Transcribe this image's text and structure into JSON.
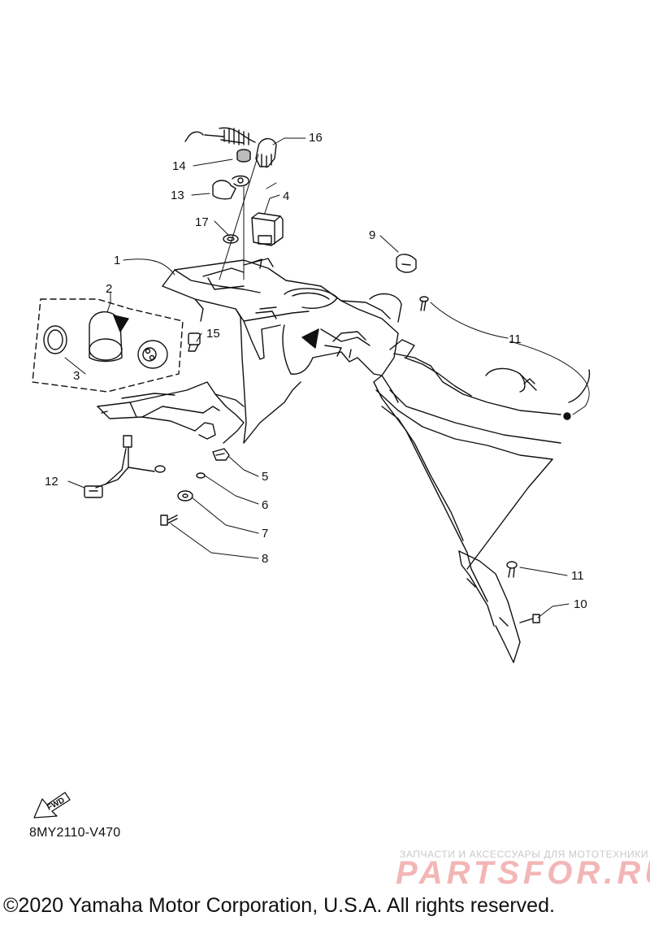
{
  "callouts": [
    {
      "id": "1",
      "label": "1"
    },
    {
      "id": "2",
      "label": "2"
    },
    {
      "id": "3",
      "label": "3"
    },
    {
      "id": "4",
      "label": "4"
    },
    {
      "id": "5",
      "label": "5"
    },
    {
      "id": "6",
      "label": "6"
    },
    {
      "id": "7",
      "label": "7"
    },
    {
      "id": "8",
      "label": "8"
    },
    {
      "id": "9",
      "label": "9"
    },
    {
      "id": "10",
      "label": "10"
    },
    {
      "id": "11a",
      "label": "11"
    },
    {
      "id": "11b",
      "label": "11"
    },
    {
      "id": "12",
      "label": "12"
    },
    {
      "id": "13",
      "label": "13"
    },
    {
      "id": "14",
      "label": "14"
    },
    {
      "id": "15",
      "label": "15"
    },
    {
      "id": "16",
      "label": "16"
    },
    {
      "id": "17",
      "label": "17"
    }
  ],
  "fwd_label": "FWD",
  "diagram_code": "8MY2110-V470",
  "watermark": {
    "tagline": "ЗАПЧАСТИ И АКСЕССУАРЫ ДЛЯ МОТОТЕХНИКИ",
    "brand": "PARTSFOR.RU"
  },
  "copyright": "©2020 Yamaha Motor Corporation, U.S.A. All rights reserved.",
  "colors": {
    "line": "#111111",
    "watermark_brand": "#f3b6b6",
    "watermark_tagline": "#c9c9c9"
  }
}
